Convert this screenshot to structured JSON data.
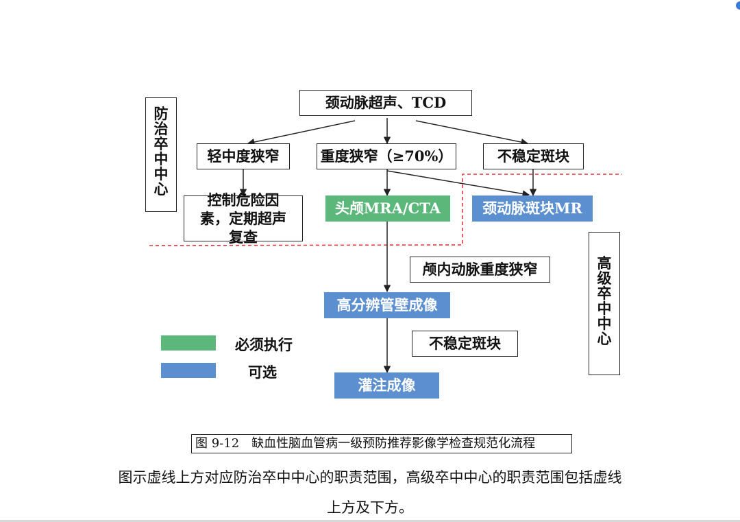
{
  "diagram": {
    "left_center_label": "防治卒中中心",
    "right_center_label": "高级卒中中心",
    "root": "颈动脉超声、TCD",
    "mild": "轻中度狭窄",
    "severe": "重度狭窄（≥70%）",
    "unstable": "不稳定斑块",
    "control": "控制危险因素，定期超声复查",
    "mra_cta": "头颅MRA/CTA",
    "plaque_mr": "颈动脉斑块MR",
    "intracranial": "颅内动脉重度狭窄",
    "hr_wall": "高分辨管壁成像",
    "unstable2": "不稳定斑块",
    "perfusion": "灌注成像"
  },
  "legend": {
    "items": [
      {
        "label": "必须执行",
        "color": "#5cb87a"
      },
      {
        "label": "可选",
        "color": "#5b8fd0"
      }
    ]
  },
  "colors": {
    "required": "#5cb87a",
    "optional": "#5b8fd0",
    "dashed_line": "#e0353b"
  },
  "caption": "图 9-12　缺血性脑血管病一级预防推荐影像学检查规范化流程",
  "description": {
    "line1": "图示虚线上方对应防治卒中中心的职责范围，高级卒中中心的职责范围包括虚线",
    "line2": "上方及下方。"
  }
}
